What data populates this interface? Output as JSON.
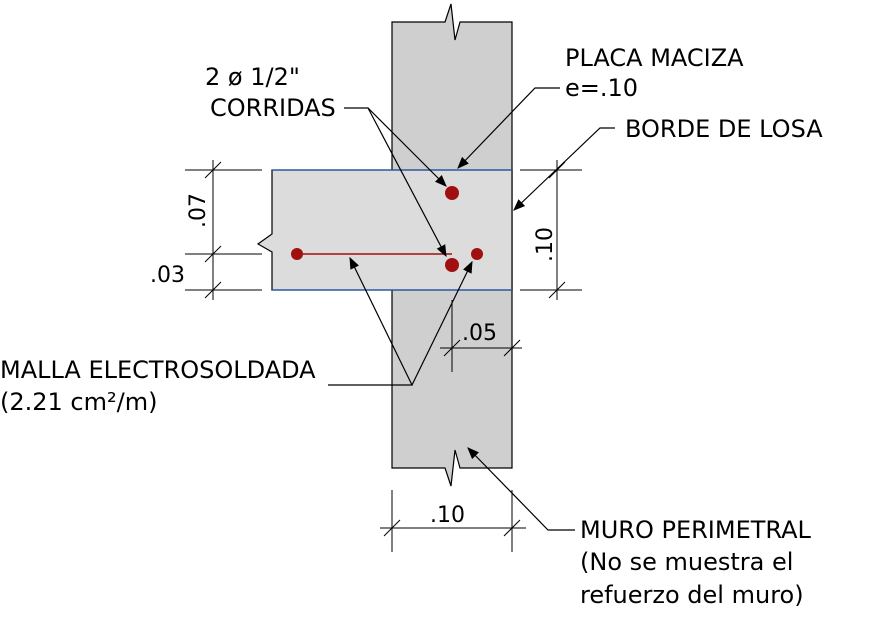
{
  "labels": {
    "placa_line1": "PLACA MACIZA",
    "placa_line2": "e=.10",
    "borde": "BORDE DE LOSA",
    "corridas_line1": "2 ø 1/2\"",
    "corridas_line2": "CORRIDAS",
    "malla_line1": "MALLA ELECTROSOLDADA",
    "malla_line2": "(2.21 cm²/m)",
    "muro_line1": "MURO PERIMETRAL",
    "muro_line2": "(No se muestra el",
    "muro_line3": "refuerzo del muro)"
  },
  "dimensions": {
    "d07": ".07",
    "d03": ".03",
    "d10_right": ".10",
    "d05": ".05",
    "d10_bottom": ".10"
  },
  "colors": {
    "wall_fill": "#cfcfcf",
    "slab_fill": "#dcdcdc",
    "rebar": "#a01010",
    "slab_edge": "#2b5fb3"
  }
}
